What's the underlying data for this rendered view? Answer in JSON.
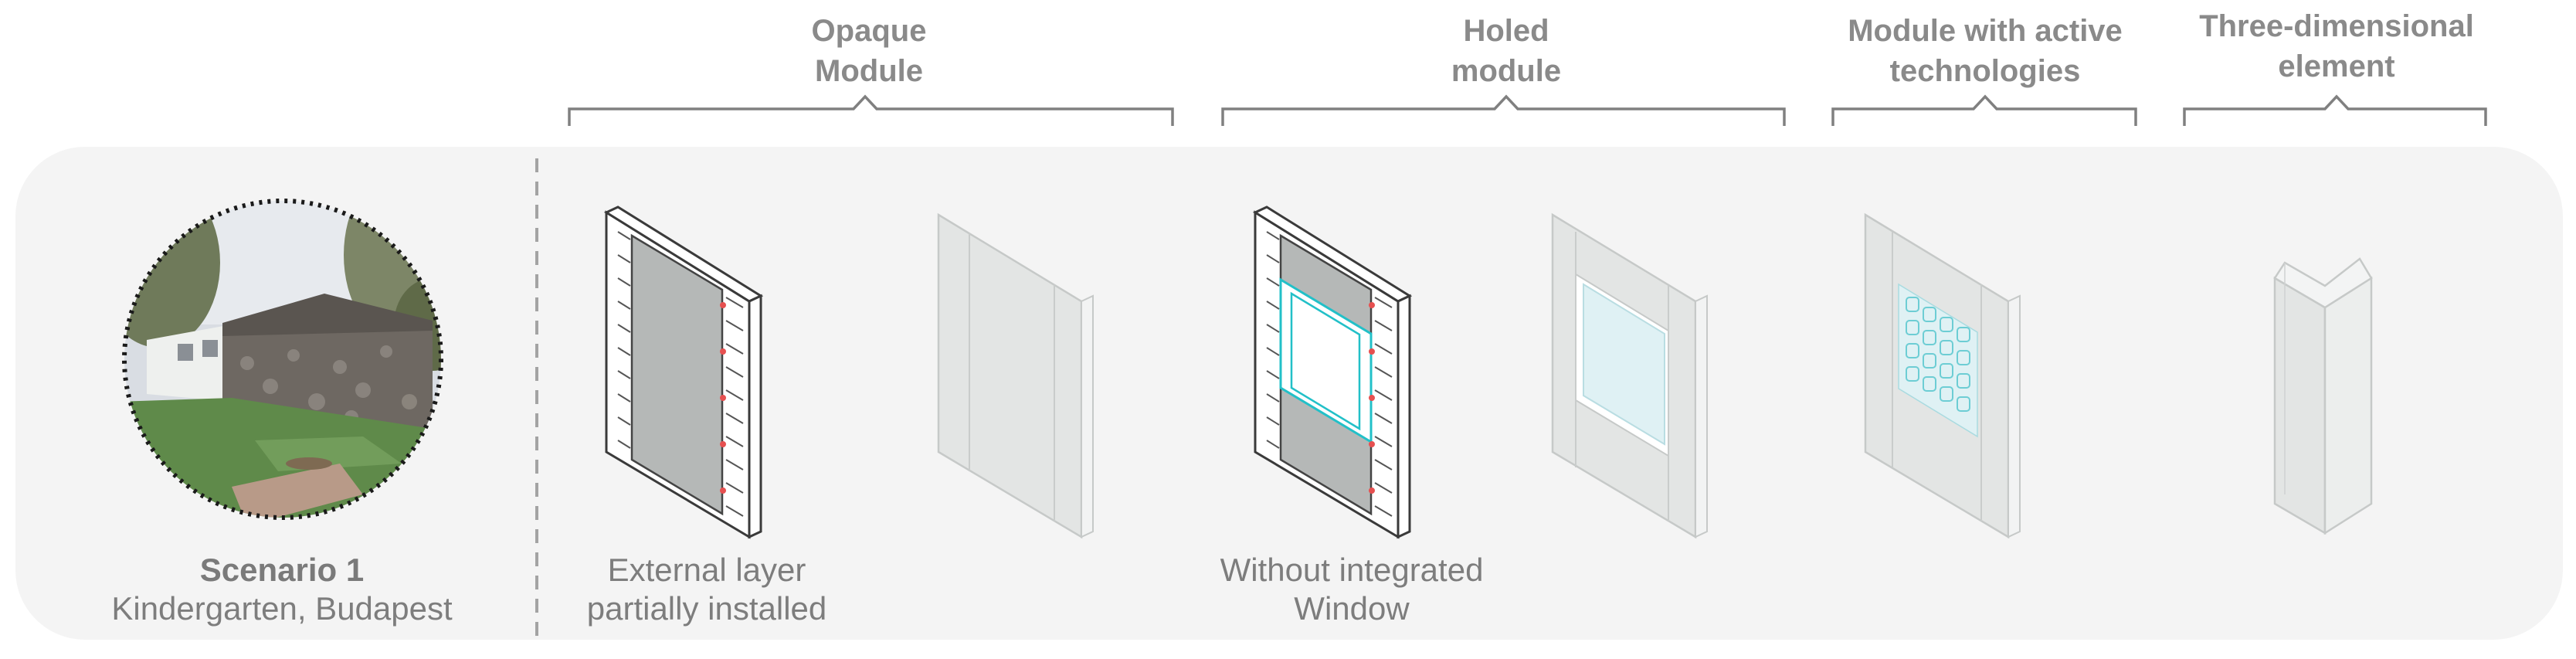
{
  "categories": [
    {
      "id": "opaque",
      "lines": [
        "Opaque",
        "Module"
      ]
    },
    {
      "id": "holed",
      "lines": [
        "Holed",
        "module"
      ]
    },
    {
      "id": "active",
      "lines": [
        "Module with active",
        "technologies"
      ]
    },
    {
      "id": "threed",
      "lines": [
        "Three-dimensional",
        "element"
      ]
    }
  ],
  "scenario": {
    "title": "Scenario 1",
    "subtitle": "Kindergarten, Budapest"
  },
  "captions": {
    "opaque": [
      "External layer",
      "partially installed"
    ],
    "holed": [
      "Without integrated",
      "Window"
    ]
  },
  "colors": {
    "panel_bg": "#f4f4f4",
    "text_grey": "#8a8a8a",
    "line_grey": "#7f7f7f",
    "panel_face": "#b5b8b7",
    "cladding": "#e3e5e4",
    "glass": "#dff1f4",
    "glass_edge": "#22c0c8",
    "anchor_red": "#e65050"
  }
}
